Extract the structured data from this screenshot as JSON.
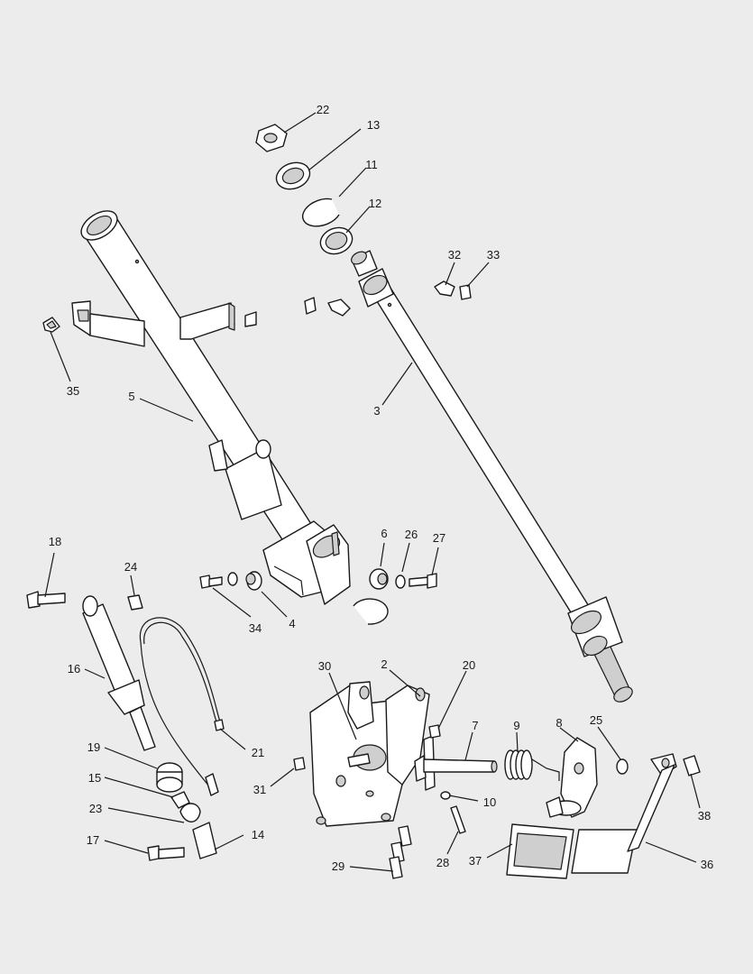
{
  "callouts": [
    {
      "id": "22",
      "text": "22",
      "part": "hex nut"
    },
    {
      "id": "13",
      "text": "13",
      "part": "washer"
    },
    {
      "id": "11",
      "text": "11",
      "part": "snap ring"
    },
    {
      "id": "12",
      "text": "12",
      "part": "o-ring"
    },
    {
      "id": "32",
      "text": "32",
      "part": "clip"
    },
    {
      "id": "33",
      "text": "33",
      "part": "bushing"
    },
    {
      "id": "35",
      "text": "35",
      "part": "cage nut"
    },
    {
      "id": "5",
      "text": "5",
      "part": "steering column tube"
    },
    {
      "id": "3",
      "text": "3",
      "part": "steering shaft"
    },
    {
      "id": "18",
      "text": "18",
      "part": "bolt"
    },
    {
      "id": "24",
      "text": "24",
      "part": "nut"
    },
    {
      "id": "6",
      "text": "6",
      "part": "bushing"
    },
    {
      "id": "26",
      "text": "26",
      "part": "washer"
    },
    {
      "id": "27",
      "text": "27",
      "part": "bolt"
    },
    {
      "id": "34",
      "text": "34",
      "part": "bolt"
    },
    {
      "id": "4",
      "text": "4",
      "part": "bushing"
    },
    {
      "id": "16",
      "text": "16",
      "part": "gas strut"
    },
    {
      "id": "30",
      "text": "30",
      "part": "bracket"
    },
    {
      "id": "2",
      "text": "2",
      "part": "pedal bracket"
    },
    {
      "id": "20",
      "text": "20",
      "part": "nut"
    },
    {
      "id": "7",
      "text": "7",
      "part": "pivot shaft"
    },
    {
      "id": "9",
      "text": "9",
      "part": "torsion spring"
    },
    {
      "id": "8",
      "text": "8",
      "part": "pedal arm"
    },
    {
      "id": "25",
      "text": "25",
      "part": "retaining ring"
    },
    {
      "id": "19",
      "text": "19",
      "part": "bumper"
    },
    {
      "id": "21",
      "text": "21",
      "part": "cable"
    },
    {
      "id": "15",
      "text": "15",
      "part": "nut"
    },
    {
      "id": "23",
      "text": "23",
      "part": "clamp"
    },
    {
      "id": "31",
      "text": "31",
      "part": "nut"
    },
    {
      "id": "10",
      "text": "10",
      "part": "nut"
    },
    {
      "id": "14",
      "text": "14",
      "part": "cable bracket"
    },
    {
      "id": "17",
      "text": "17",
      "part": "bolt"
    },
    {
      "id": "28",
      "text": "28",
      "part": "bolt"
    },
    {
      "id": "37",
      "text": "37",
      "part": "pedal pad"
    },
    {
      "id": "36",
      "text": "36",
      "part": "pedal"
    },
    {
      "id": "38",
      "text": "38",
      "part": "nut"
    },
    {
      "id": "29",
      "text": "29",
      "part": "bolt"
    }
  ],
  "colors": {
    "background": "#ececec",
    "line": "#1a1a1a",
    "part_fill": "#ffffff",
    "shade": "#cfcfcf"
  }
}
